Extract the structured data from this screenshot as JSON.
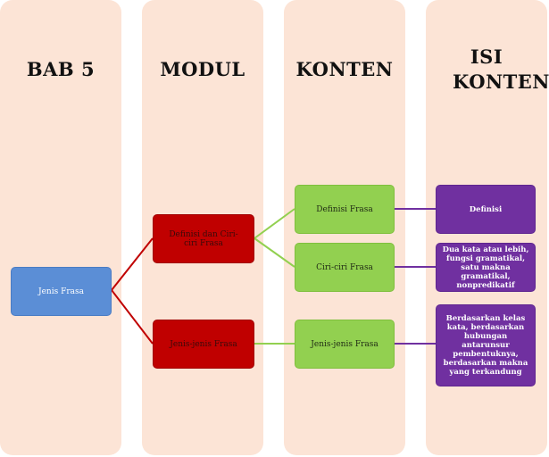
{
  "columns": [
    {
      "title": "BAB 5"
    },
    {
      "title": "MODUL"
    },
    {
      "title": "KONTEN"
    },
    {
      "title": "ISI KONTEN"
    }
  ],
  "nodes": {
    "root": "Jenis Frasa",
    "modul_1": "Definisi dan Ciri-ciri Frasa",
    "modul_2": "Jenis-jenis Frasa",
    "konten_1": "Definisi Frasa",
    "konten_2": "Ciri-ciri Frasa",
    "konten_3": "Jenis-jenis Frasa",
    "isi_1": "Definisi",
    "isi_2": "Dua kata atau lebih, fungsi gramatikal, satu makna gramatikal, nonpredikatif",
    "isi_3": "Berdasarkan kelas kata, berdasarkan hubungan antarunsur pembentuknya, berdasarkan makna yang terkandung"
  },
  "colors": {
    "background_panel": "#fce4d6",
    "root": "#5b8ed6",
    "modul": "#c00000",
    "konten": "#92d050",
    "isi": "#7030a0",
    "connector_red": "#c00000",
    "connector_green": "#92d050",
    "connector_purple": "#7030a0"
  }
}
